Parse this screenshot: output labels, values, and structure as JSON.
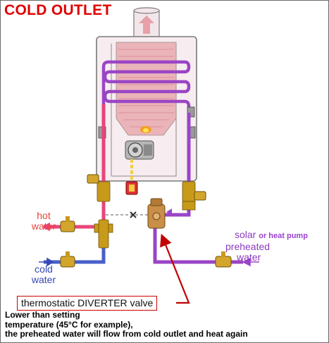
{
  "title": "COLD OUTLET",
  "labels": {
    "hot_line1": "hot",
    "hot_line2": "water",
    "cold_line1": "cold",
    "cold_line2": "water",
    "solar": "solar",
    "heat_pump": "or heat pump",
    "preheated": "preheated",
    "solar_water": "water",
    "valve": "thermostatic DIVERTER valve"
  },
  "note": {
    "line1": "Lower than setting",
    "line2": "temperature (45°C for example),",
    "line3": "the preheated water will flow from cold outlet and heat again"
  },
  "colors": {
    "title": "#e00000",
    "hot_pipe": "#e8457a",
    "cold_pipe": "#4a5fc8",
    "preheated_pipe": "#9a45c6",
    "coil": "#9a45c6",
    "heater_body": "#f7ecef",
    "heater_fill": "#eab4b9",
    "fittings": "#c89a1a",
    "callout_arrow": "#c00000"
  }
}
